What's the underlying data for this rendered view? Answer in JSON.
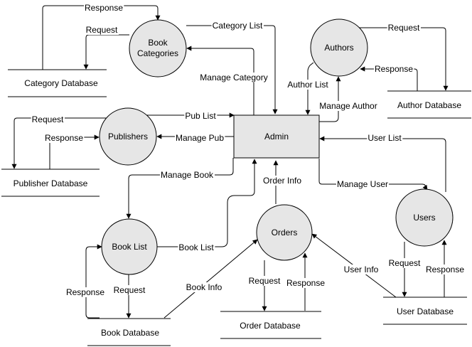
{
  "diagram": {
    "entity": {
      "id": "admin",
      "label": "Admin"
    },
    "processes": [
      {
        "id": "book-categories",
        "label": [
          "Book",
          "Categories"
        ]
      },
      {
        "id": "authors",
        "label": [
          "Authors"
        ]
      },
      {
        "id": "publishers",
        "label": [
          "Publishers"
        ]
      },
      {
        "id": "book-list",
        "label": [
          "Book List"
        ]
      },
      {
        "id": "orders",
        "label": [
          "Orders"
        ]
      },
      {
        "id": "users",
        "label": [
          "Users"
        ]
      }
    ],
    "stores": [
      {
        "id": "category-database",
        "label": "Category Database"
      },
      {
        "id": "author-database",
        "label": "Author Database"
      },
      {
        "id": "publisher-database",
        "label": "Publisher Database"
      },
      {
        "id": "book-database",
        "label": "Book Database"
      },
      {
        "id": "order-database",
        "label": "Order Database"
      },
      {
        "id": "user-database",
        "label": "User Database"
      }
    ],
    "flows": [
      {
        "id": "cat-response",
        "label": "Response"
      },
      {
        "id": "cat-request",
        "label": "Request"
      },
      {
        "id": "category-list",
        "label": "Category List"
      },
      {
        "id": "manage-category",
        "label": "Manage Category"
      },
      {
        "id": "auth-request",
        "label": "Request"
      },
      {
        "id": "auth-response",
        "label": "Response"
      },
      {
        "id": "author-list",
        "label": "Author List"
      },
      {
        "id": "manage-author",
        "label": "Manage Author"
      },
      {
        "id": "pub-list",
        "label": "Pub List"
      },
      {
        "id": "pub-request",
        "label": "Request"
      },
      {
        "id": "pub-response",
        "label": "Response"
      },
      {
        "id": "manage-pub",
        "label": "Manage Pub"
      },
      {
        "id": "user-list",
        "label": "User List"
      },
      {
        "id": "manage-book",
        "label": "Manage Book"
      },
      {
        "id": "order-info",
        "label": "Order Info"
      },
      {
        "id": "manage-user",
        "label": "Manage  User"
      },
      {
        "id": "book-list-flow",
        "label": "Book List"
      },
      {
        "id": "book-response",
        "label": "Response"
      },
      {
        "id": "book-request",
        "label": "Request"
      },
      {
        "id": "book-info",
        "label": "Book Info"
      },
      {
        "id": "order-request",
        "label": "Request"
      },
      {
        "id": "order-response",
        "label": "Response"
      },
      {
        "id": "user-info",
        "label": "User Info"
      },
      {
        "id": "user-request",
        "label": "Request"
      },
      {
        "id": "user-response",
        "label": "Response"
      }
    ]
  }
}
